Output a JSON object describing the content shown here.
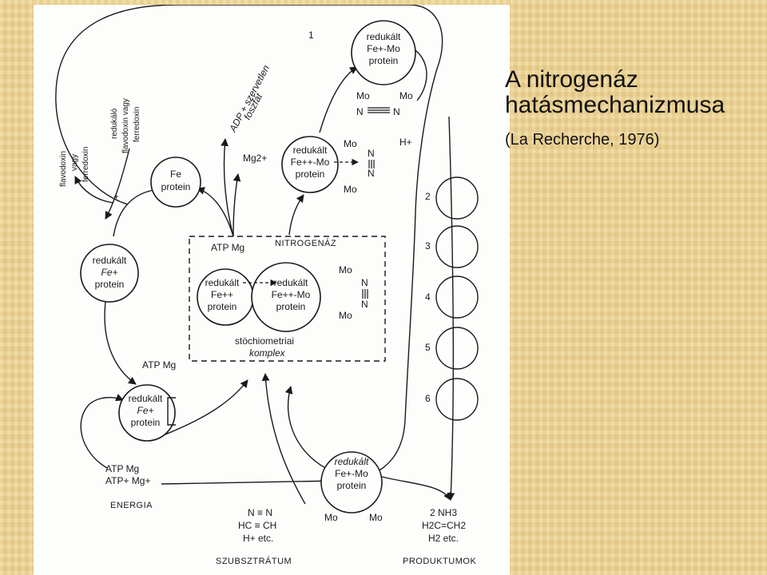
{
  "title": {
    "line1": "A nitrogenáz",
    "line2": "hatásmechanizmusa",
    "subtitle": "(La Recherche, 1976)"
  },
  "diagram": {
    "step_numbers": [
      "1",
      "2",
      "3",
      "4",
      "5",
      "6"
    ],
    "nodes": {
      "fe_protein_top": [
        "Fe",
        "protein"
      ],
      "reduced_fe_left": [
        "redukált",
        "Fe+",
        "protein"
      ],
      "reduced_fe_lower": [
        "redukált",
        "Fe+",
        "protein"
      ],
      "reduced_fe_nitrogenase": [
        "redukált",
        "Fe++",
        "protein"
      ],
      "reduced_femo_nitrogenase": [
        "redukált",
        "Fe++-Mo",
        "protein"
      ],
      "reduced_femo_upper": [
        "redukált",
        "Fe++-Mo",
        "protein"
      ],
      "reduced_femo_top": [
        "redukált",
        "Fe+-Mo",
        "protein"
      ],
      "reduced_femo_bottom": [
        "redukált",
        "Fe+-Mo",
        "protein"
      ]
    },
    "labels": {
      "electron_donors": [
        "flavodoxin",
        "vagy",
        "ferredoxin"
      ],
      "reduced_electron_donors": [
        "redukáló",
        "flavodoxin vagy",
        "ferredoxin"
      ],
      "adp_release": [
        "ADP + szervetlen",
        "foszfát"
      ],
      "mg2": "Mg2+",
      "atp_mg_box": "ATP Mg",
      "atp_mg_lower": "ATP Mg",
      "nitrogenase": "NITROGENÁZ",
      "complex": [
        "stöchiometriai",
        "komplex"
      ],
      "mo": "Mo",
      "n": "N",
      "h_plus": "H+",
      "plus": "+",
      "energy_inputs": [
        "ATP Mg",
        "ATP+ Mg+"
      ],
      "energy": "ENERGIA",
      "substrates": [
        "N ≡ N",
        "HC ≡ CH",
        "H+ etc."
      ],
      "substrate_title": "SZUBSZTRÁTUM",
      "products": [
        "2 NH3",
        "H2C=CH2",
        "H2 etc."
      ],
      "product_title": "PRODUKTUMOK"
    }
  }
}
